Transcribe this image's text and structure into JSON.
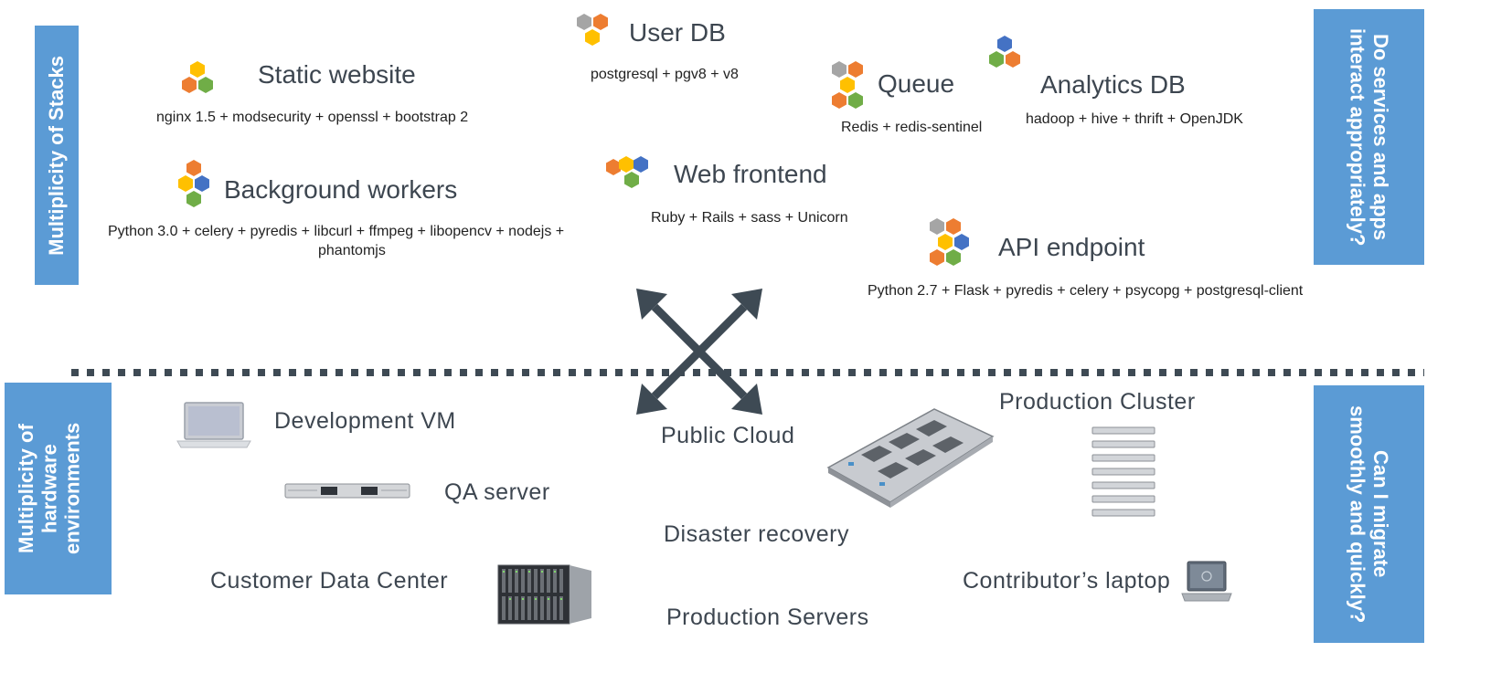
{
  "side_labels": {
    "left_top": "Multiplicity of Stacks",
    "left_bottom": "Multiplicity of hardware environments",
    "right_top": "Do services and apps interact appropriately?",
    "right_bottom": "Can I migrate smoothly and quickly?"
  },
  "stacks": {
    "static_website": {
      "title": "Static website",
      "components": "nginx 1.5 + modsecurity + openssl + bootstrap 2"
    },
    "user_db": {
      "title": "User DB",
      "components": "postgresql + pgv8 + v8"
    },
    "queue": {
      "title": "Queue",
      "components": "Redis + redis-sentinel"
    },
    "analytics_db": {
      "title": "Analytics DB",
      "components": "hadoop + hive + thrift + OpenJDK"
    },
    "background_workers": {
      "title": "Background workers",
      "components": "Python 3.0 + celery + pyredis + libcurl + ffmpeg + libopencv + nodejs +",
      "components_line2": "phantomjs"
    },
    "web_frontend": {
      "title": "Web frontend",
      "components": "Ruby + Rails + sass + Unicorn"
    },
    "api_endpoint": {
      "title": "API endpoint",
      "components": "Python 2.7 + Flask + pyredis + celery + psycopg + postgresql-client"
    }
  },
  "environments": {
    "development_vm": "Development VM",
    "qa_server": "QA server",
    "customer_data_center": "Customer Data Center",
    "public_cloud": "Public Cloud",
    "disaster_recovery": "Disaster recovery",
    "production_servers": "Production Servers",
    "production_cluster": "Production Cluster",
    "contributors_laptop": "Contributor’s laptop"
  },
  "colors": {
    "label_box": "#5b9bd5",
    "arrow": "#3e4a54",
    "hex_orange": "#ed7d31",
    "hex_yellow": "#ffc000",
    "hex_green": "#70ad47",
    "hex_blue": "#4472c4",
    "hex_gray": "#a5a5a5"
  }
}
